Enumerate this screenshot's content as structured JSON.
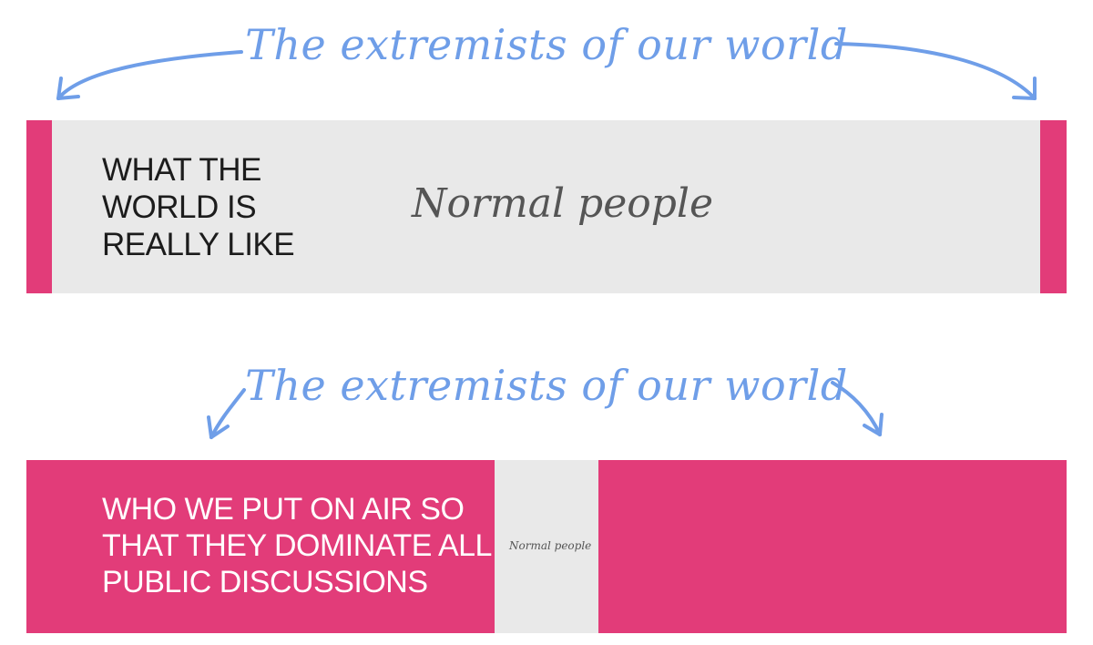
{
  "top_panel": {
    "caption": "The extremists of our world",
    "label_lines": [
      "WHAT THE",
      "WORLD IS",
      "REALLY LIKE"
    ],
    "center_text": "Normal people"
  },
  "bottom_panel": {
    "caption": "The extremists of our world",
    "label_lines": [
      "WHO WE PUT ON AIR SO",
      "THAT THEY DOMINATE ALL",
      "PUBLIC DISCUSSIONS"
    ],
    "center_text": "Normal people"
  },
  "colors": {
    "extremes": "#e23c79",
    "normal": "#e9e9e9",
    "caption": "#6f9ee8",
    "background": "#ffffff"
  },
  "icons": [
    "curved-arrow-left-icon",
    "curved-arrow-right-icon"
  ]
}
